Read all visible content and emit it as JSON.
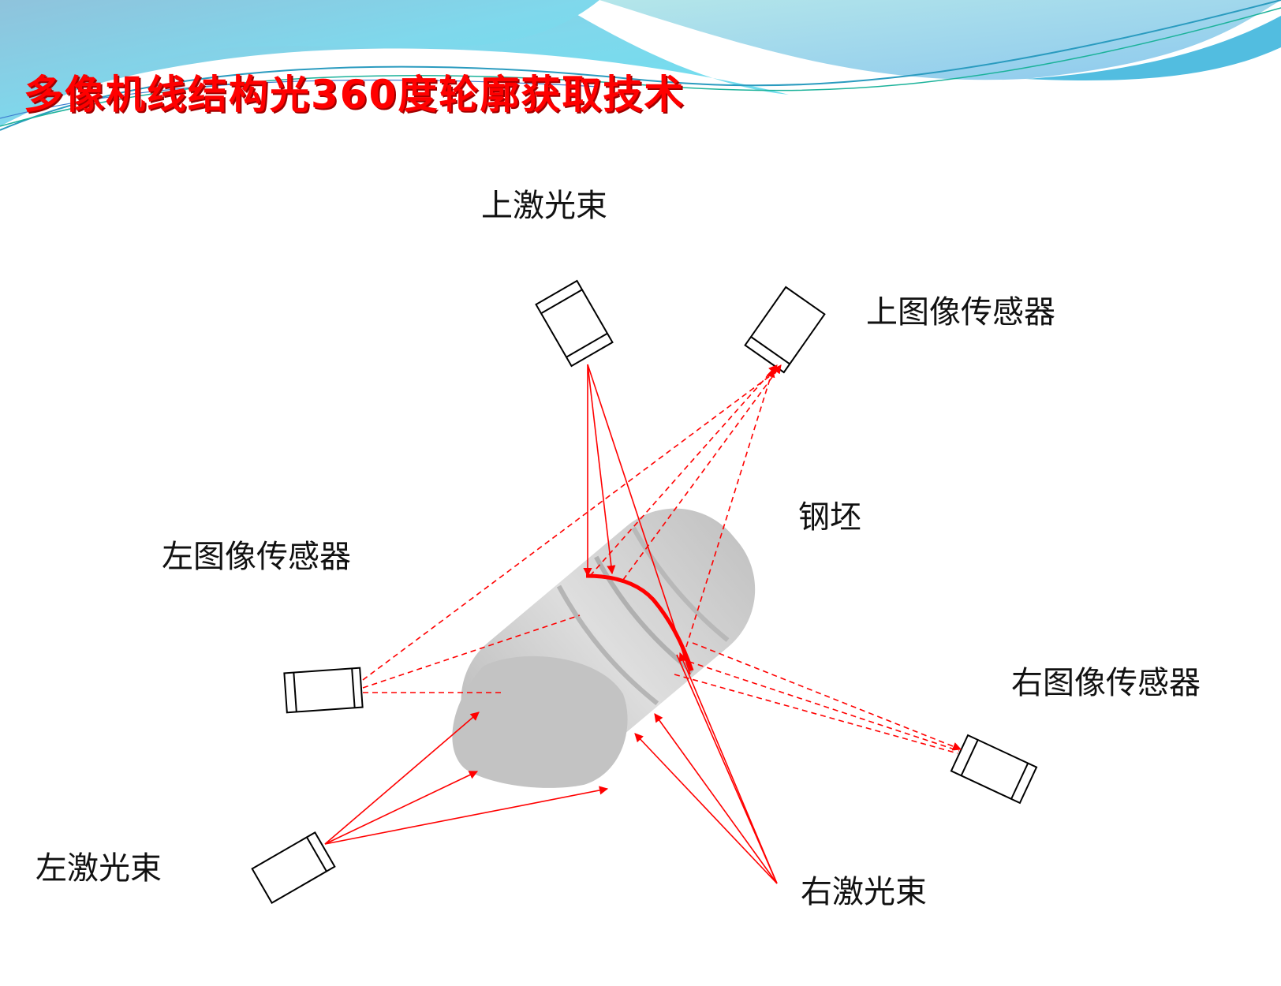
{
  "title": "多像机线结构光360度轮廓获取技术",
  "labels": {
    "top_laser": "上激光束",
    "top_sensor": "上图像传感器",
    "billet": "钢坯",
    "left_sensor": "左图像传感器",
    "right_sensor": "右图像传感器",
    "left_laser": "左激光束",
    "right_laser": "右激光束"
  },
  "colors": {
    "beam": "#ff0000",
    "title": "#ff0000",
    "billet": "#c8c8c8",
    "header": "#7fd3ec"
  }
}
